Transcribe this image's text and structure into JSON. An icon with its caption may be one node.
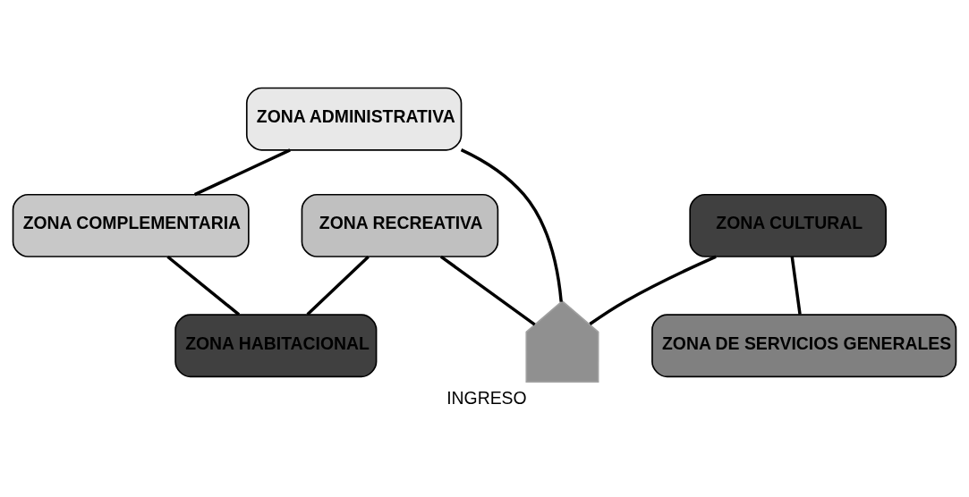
{
  "diagram": {
    "nodes": [
      {
        "text": [
          "ZONA RECREATIVA"
        ]
      },
      {
        "text": [
          "ZONA HABITACIONAL"
        ]
      },
      {
        "text": [
          "ZONA COMPLEMENTARIA"
        ]
      },
      {
        "text": [
          "ZONA DE SERVICIOS GENERALES"
        ]
      },
      {
        "text": [
          "ZONA ADMINISTRATIVA"
        ]
      },
      {
        "text": [
          "ZONA CULTURAL"
        ]
      },
      {
        "text": [
          "INGRESO"
        ]
      }
    ],
    "edges": [
      {
        "from": 1,
        "to": 0,
        "arrow": "none"
      },
      {
        "from": 1,
        "to": 2,
        "arrow": "none"
      },
      {
        "from": 2,
        "to": 4,
        "arrow": "none"
      },
      {
        "from": 3,
        "to": 5,
        "arrow": "none"
      },
      {
        "from": 6,
        "to": 0,
        "arrow": "none"
      },
      {
        "from": 6,
        "to": 4,
        "arrow": "none"
      },
      {
        "from": 6,
        "to": 5,
        "arrow": "none"
      }
    ]
  }
}
